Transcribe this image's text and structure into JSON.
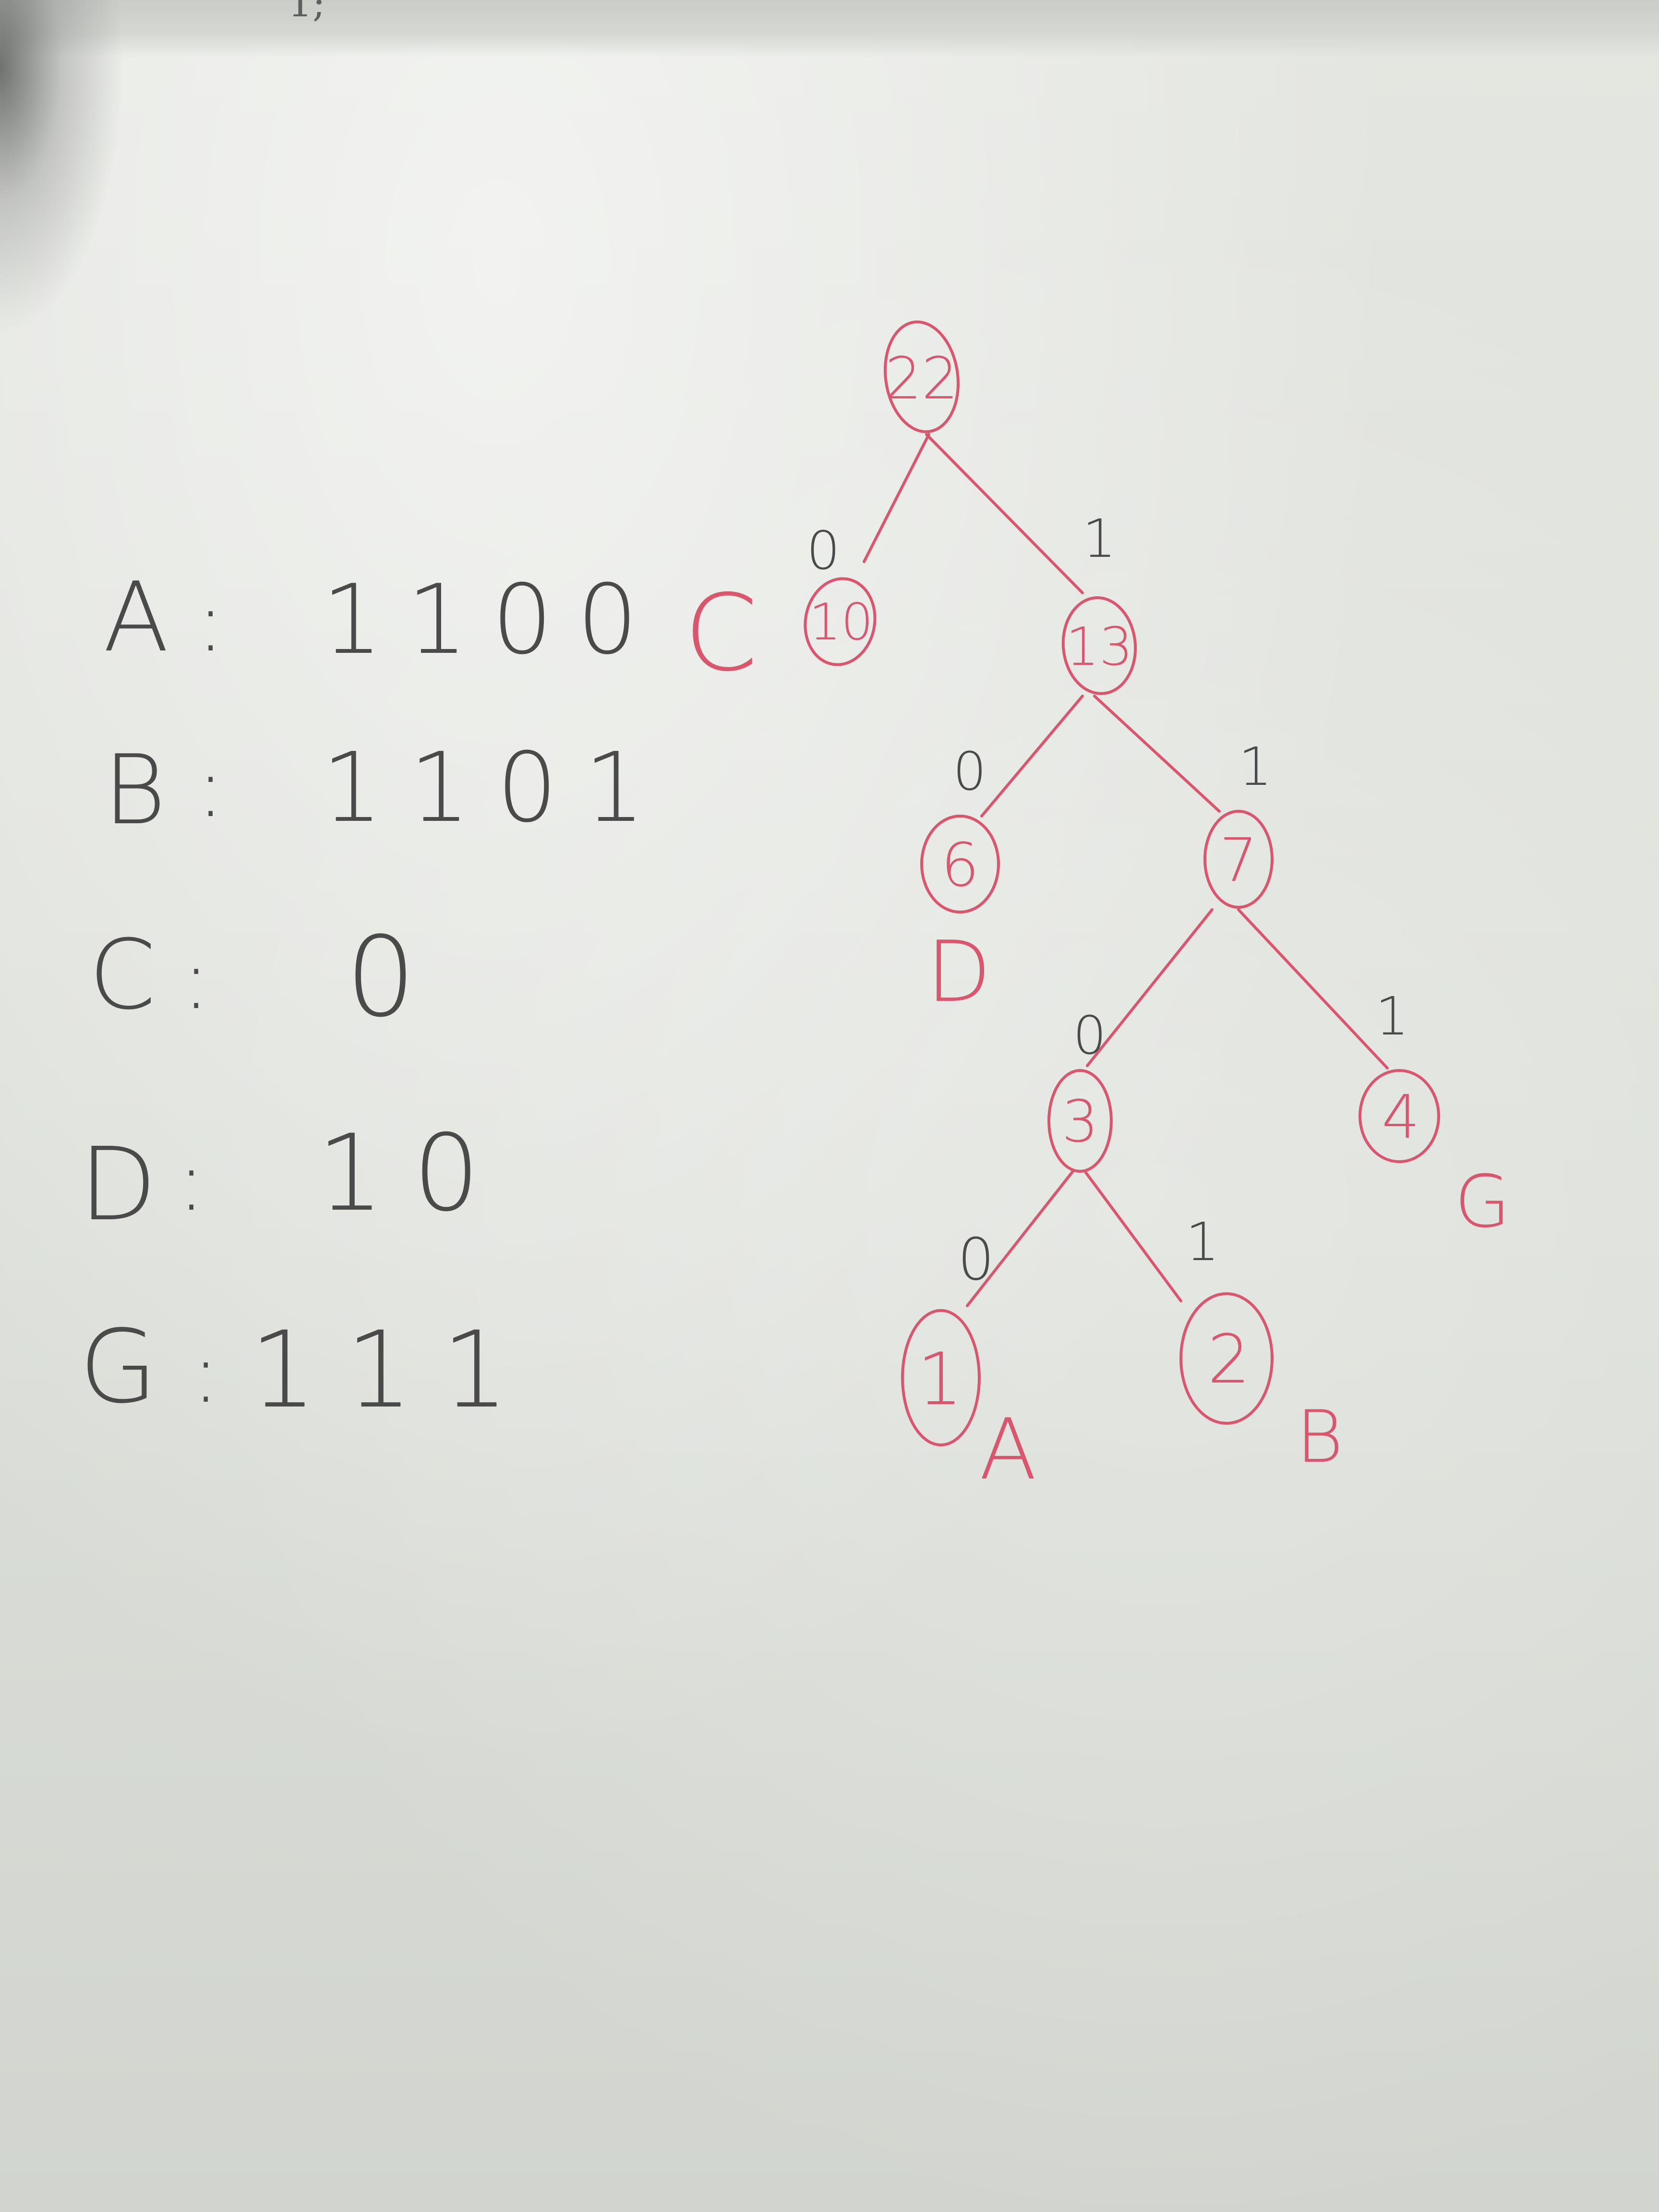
{
  "colors": {
    "pencil": "#4a4a4a",
    "red_ink": "#d9566c",
    "paper": "#dfe1dc"
  },
  "bleed_text": "1;",
  "codes": [
    {
      "letter": "A",
      "sep": ":",
      "code": "1100"
    },
    {
      "letter": "B",
      "sep": ":",
      "code": "1101"
    },
    {
      "letter": "C",
      "sep": ":",
      "code": "0"
    },
    {
      "letter": "D",
      "sep": ":",
      "code": "10"
    },
    {
      "letter": "G",
      "sep": ":",
      "code": "111"
    }
  ],
  "tree": {
    "nodes": [
      {
        "id": "n22",
        "value": "22"
      },
      {
        "id": "n10",
        "value": "10",
        "symbol": "C"
      },
      {
        "id": "n13",
        "value": "13"
      },
      {
        "id": "n6",
        "value": "6",
        "symbol": "D"
      },
      {
        "id": "n7",
        "value": "7"
      },
      {
        "id": "n3",
        "value": "3"
      },
      {
        "id": "n4",
        "value": "4",
        "symbol": "G"
      },
      {
        "id": "n1",
        "value": "1",
        "symbol": "A"
      },
      {
        "id": "n2",
        "value": "2",
        "symbol": "B"
      }
    ],
    "edges": [
      {
        "from": "n22",
        "to": "n10",
        "bit": "0"
      },
      {
        "from": "n22",
        "to": "n13",
        "bit": "1"
      },
      {
        "from": "n13",
        "to": "n6",
        "bit": "0"
      },
      {
        "from": "n13",
        "to": "n7",
        "bit": "1"
      },
      {
        "from": "n7",
        "to": "n3",
        "bit": "0"
      },
      {
        "from": "n7",
        "to": "n4",
        "bit": "1"
      },
      {
        "from": "n3",
        "to": "n1",
        "bit": "0"
      },
      {
        "from": "n3",
        "to": "n2",
        "bit": "1"
      }
    ]
  }
}
